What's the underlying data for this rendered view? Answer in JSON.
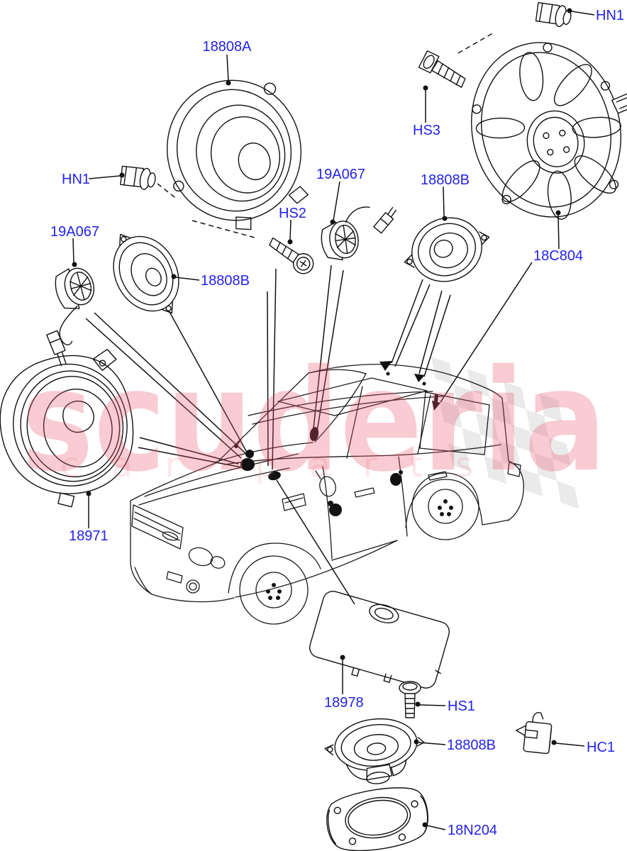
{
  "colors": {
    "label_blue": "#2323EB",
    "line_black": "#111111",
    "watermark_pink": "#E8566B",
    "checker_gray": "#D8D8D8"
  },
  "watermark": {
    "brand": "scuderia",
    "tagline": "car parts"
  },
  "diagram": {
    "callouts": [
      {
        "id": "18808A-top",
        "label": "18808A"
      },
      {
        "id": "HN1-top-right",
        "label": "HN1"
      },
      {
        "id": "HS3",
        "label": "HS3"
      },
      {
        "id": "19A067-mid",
        "label": "19A067"
      },
      {
        "id": "18808B-right",
        "label": "18808B"
      },
      {
        "id": "18C804",
        "label": "18C804"
      },
      {
        "id": "HN1-left",
        "label": "HN1"
      },
      {
        "id": "19A067-left",
        "label": "19A067"
      },
      {
        "id": "HS2",
        "label": "HS2"
      },
      {
        "id": "18808B-left",
        "label": "18808B"
      },
      {
        "id": "18971",
        "label": "18971"
      },
      {
        "id": "18978",
        "label": "18978"
      },
      {
        "id": "HS1",
        "label": "HS1"
      },
      {
        "id": "18808B-bottom",
        "label": "18808B"
      },
      {
        "id": "HC1",
        "label": "HC1"
      },
      {
        "id": "18N204",
        "label": "18N204"
      }
    ]
  }
}
